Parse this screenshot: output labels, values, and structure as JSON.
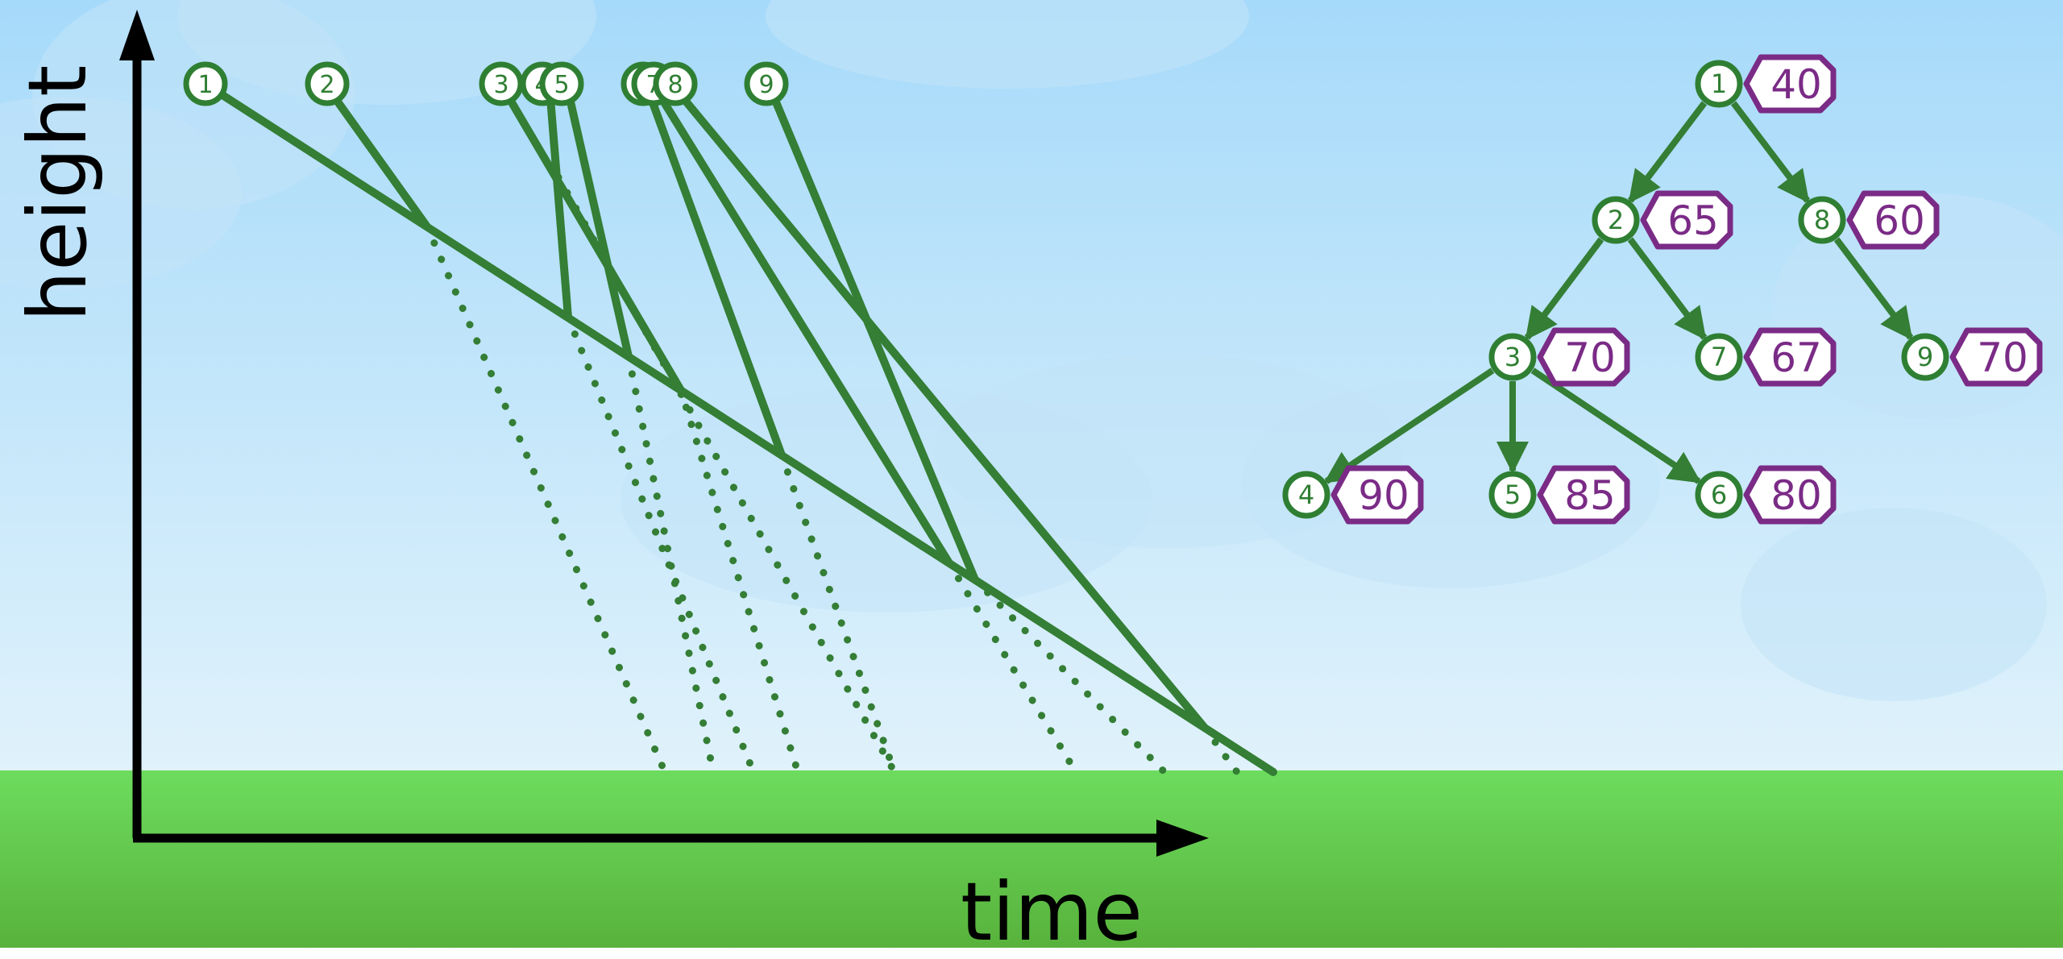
{
  "axes": {
    "xlabel": "time",
    "ylabel": "height"
  },
  "colors": {
    "sky_top": "#a6dafa",
    "sky_bottom": "#e0f2fb",
    "cloud": "#c3e4f8",
    "ground_top": "#6ddc5e",
    "ground_bottom": "#58b23c",
    "node_stroke": "#2f7f33",
    "line": "#347e35",
    "tag_stroke": "#7a2b86",
    "tag_text": "#7a2b86",
    "axis": "#000000"
  },
  "timeline_nodes": [
    "1",
    "2",
    "3",
    "4",
    "5",
    "6",
    "7",
    "8",
    "9"
  ],
  "tree": {
    "nodes": [
      {
        "id": "1",
        "value": "40"
      },
      {
        "id": "2",
        "value": "65"
      },
      {
        "id": "8",
        "value": "60"
      },
      {
        "id": "3",
        "value": "70"
      },
      {
        "id": "7",
        "value": "67"
      },
      {
        "id": "9",
        "value": "70"
      },
      {
        "id": "4",
        "value": "90"
      },
      {
        "id": "5",
        "value": "85"
      },
      {
        "id": "6",
        "value": "80"
      }
    ],
    "edges": [
      [
        "1",
        "2"
      ],
      [
        "1",
        "8"
      ],
      [
        "2",
        "3"
      ],
      [
        "2",
        "7"
      ],
      [
        "8",
        "9"
      ],
      [
        "3",
        "4"
      ],
      [
        "3",
        "5"
      ],
      [
        "3",
        "6"
      ]
    ]
  }
}
